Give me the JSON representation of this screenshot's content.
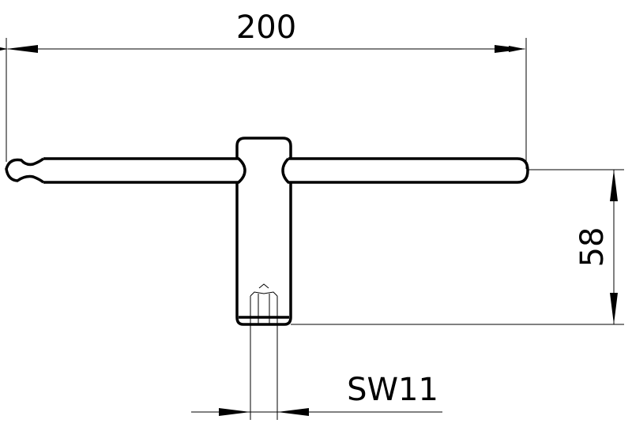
{
  "drawing": {
    "dim_length": "200",
    "dim_height": "58",
    "dim_wrench_size": "SW11"
  },
  "colors": {
    "line": "#000000",
    "background": "#ffffff"
  }
}
